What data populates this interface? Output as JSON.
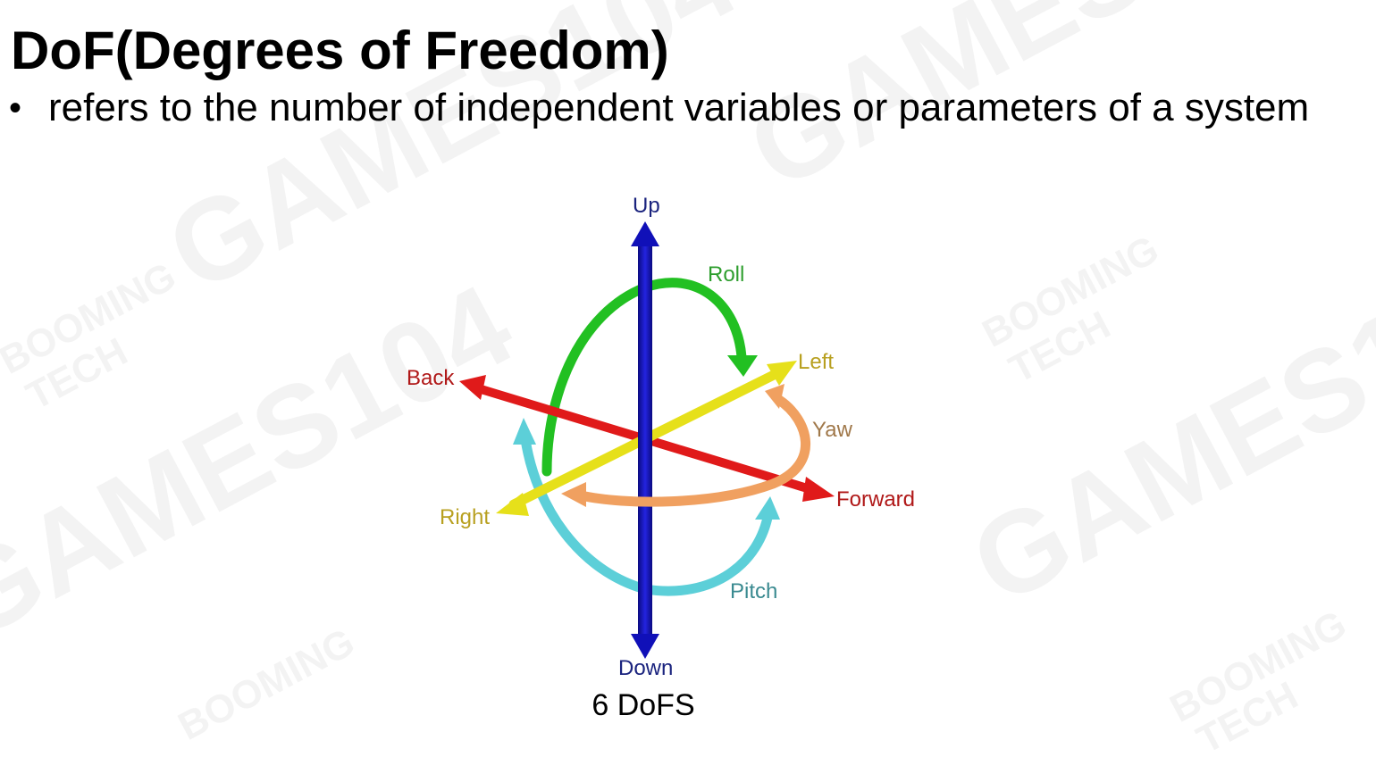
{
  "slide": {
    "title": "DoF(Degrees of Freedom)",
    "bullet": "refers to the number of independent variables or parameters of a system",
    "caption": "6 DoFS"
  },
  "diagram": {
    "labels": {
      "up": "Up",
      "down": "Down",
      "back": "Back",
      "forward": "Forward",
      "left": "Left",
      "right": "Right",
      "roll": "Roll",
      "yaw": "Yaw",
      "pitch": "Pitch"
    },
    "colors": {
      "up_down_axis": "#1010b8",
      "back_forward_axis": "#e01a1a",
      "left_right_axis": "#e6e01a",
      "roll_arrow": "#22c022",
      "yaw_arrow": "#f0a060",
      "pitch_arrow": "#5ccfd8",
      "label_up_down": "#1a237e",
      "label_back_forward": "#b01818",
      "label_left_right": "#b8a020",
      "label_roll": "#2e9e2e",
      "label_yaw": "#a0784a",
      "label_pitch": "#3a8a90"
    }
  },
  "watermark": {
    "text_main": "GAMES104",
    "text_sub_1": "BOOMING",
    "text_sub_2": "TECH"
  }
}
